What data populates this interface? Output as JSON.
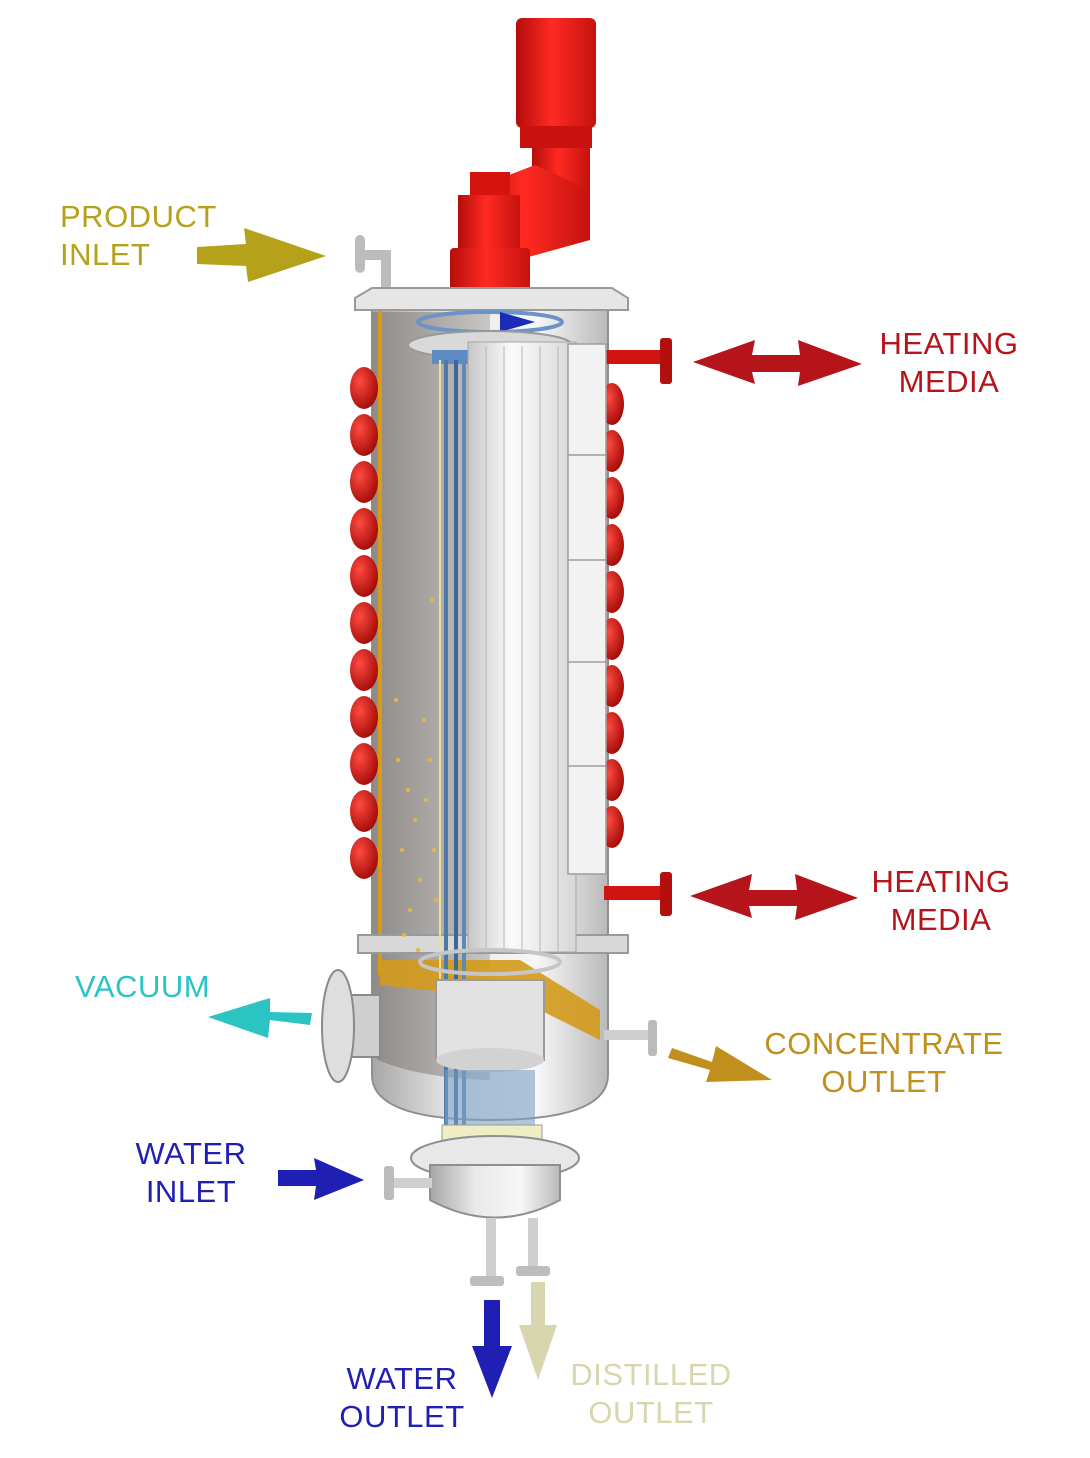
{
  "diagram": {
    "labels": {
      "product_inlet": [
        "PRODUCT",
        "INLET"
      ],
      "heating_media_top": [
        "HEATING",
        "MEDIA"
      ],
      "heating_media_bottom": [
        "HEATING",
        "MEDIA"
      ],
      "vacuum": [
        "VACUUM"
      ],
      "concentrate_outlet": [
        "CONCENTRATE",
        "OUTLET"
      ],
      "water_inlet": [
        "WATER",
        "INLET"
      ],
      "water_outlet": [
        "WATER",
        "OUTLET"
      ],
      "distilled_outlet": [
        "DISTILLED",
        "OUTLET"
      ]
    },
    "colors": {
      "product": "#b5a21a",
      "heating": "#b5141a",
      "vacuum": "#2cc3c3",
      "concentrate": "#c08f1e",
      "water": "#1f1fb4",
      "distilled": "#d8d6ae",
      "motor": "#e0120f",
      "steel": "#d9d9d9"
    }
  }
}
